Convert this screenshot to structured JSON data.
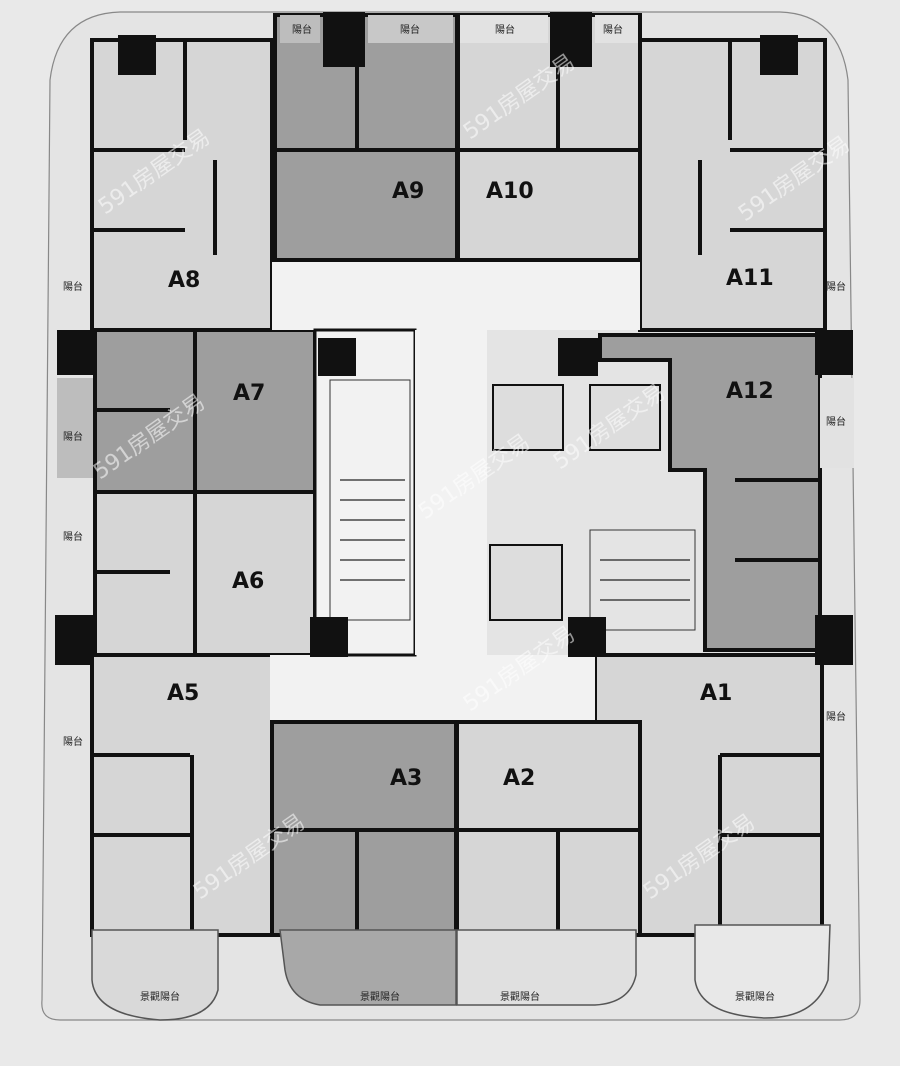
{
  "plan": {
    "units": [
      {
        "id": "A1",
        "label": "A1"
      },
      {
        "id": "A2",
        "label": "A2"
      },
      {
        "id": "A3",
        "label": "A3"
      },
      {
        "id": "A5",
        "label": "A5"
      },
      {
        "id": "A6",
        "label": "A6"
      },
      {
        "id": "A7",
        "label": "A7"
      },
      {
        "id": "A8",
        "label": "A8"
      },
      {
        "id": "A9",
        "label": "A9"
      },
      {
        "id": "A10",
        "label": "A10"
      },
      {
        "id": "A11",
        "label": "A11"
      },
      {
        "id": "A12",
        "label": "A12"
      }
    ],
    "balcony_label": "陽台",
    "view_balcony_label": "景觀陽台",
    "watermark": "591房屋交易"
  },
  "colors": {
    "dark_unit": "#9e9e9e",
    "light_unit": "#d6d6d6",
    "wall": "#111111",
    "background": "#e9e9e9"
  }
}
